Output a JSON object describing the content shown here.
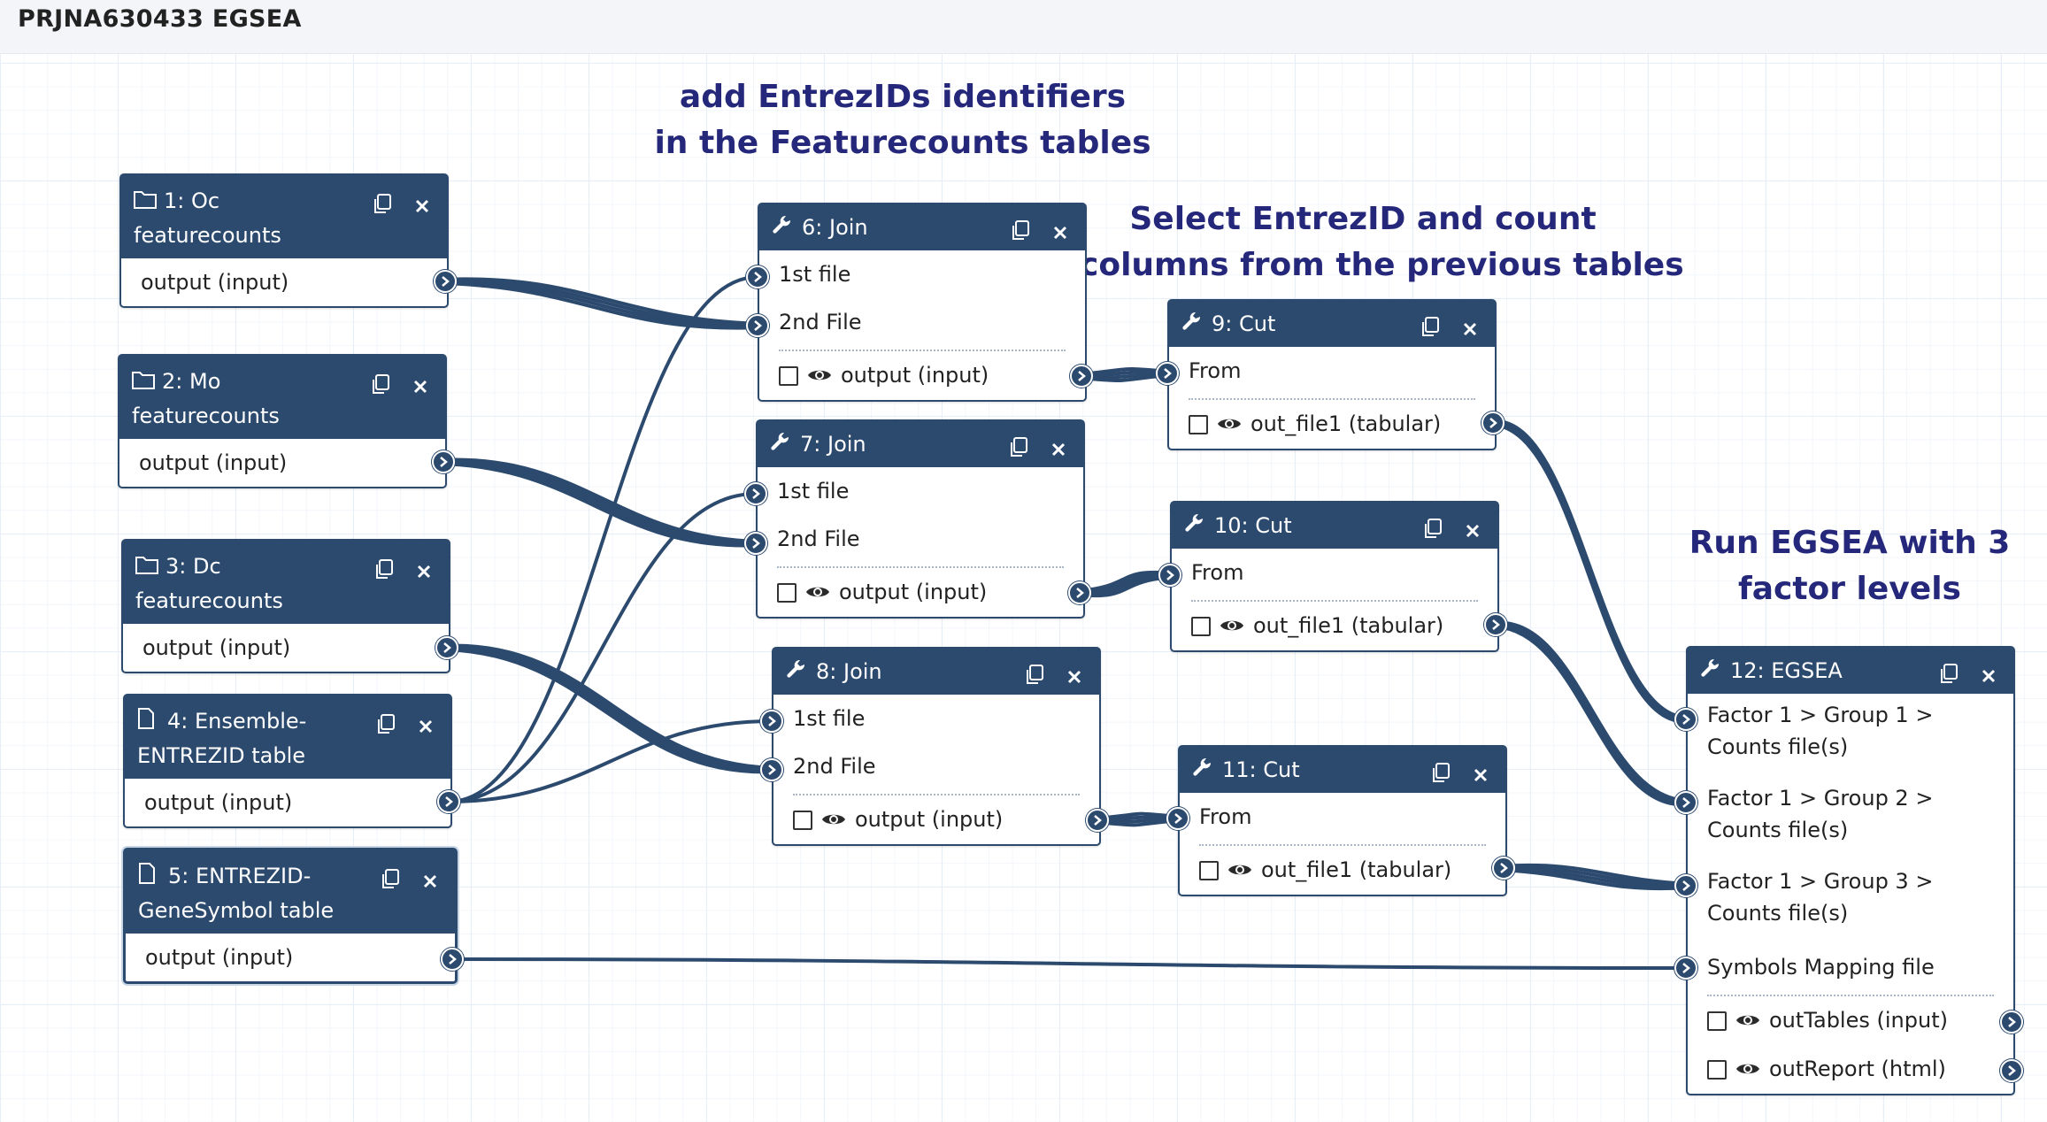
{
  "window": {
    "title": "PRJNA630433 EGSEA"
  },
  "annotations": [
    {
      "text": "add EntrezIDs identifiers\nin the Featurecounts tables"
    },
    {
      "text": "Select EntrezID and count\ncolumns from the previous tables"
    },
    {
      "text": "Run EGSEA with 3\nfactor levels"
    }
  ],
  "nodes": {
    "n1": {
      "title": "1: Oc featurecounts",
      "output": "output (input)"
    },
    "n2": {
      "title": "2: Mo featurecounts",
      "output": "output (input)"
    },
    "n3": {
      "title": "3: Dc featurecounts",
      "output": "output (input)"
    },
    "n4": {
      "title": "4: Ensemble-ENTREZID table",
      "output": "output (input)"
    },
    "n5": {
      "title": "5: ENTREZID-GeneSymbol table",
      "output": "output (input)"
    },
    "n6": {
      "title": "6: Join",
      "in1": "1st file",
      "in2": "2nd File",
      "output": "output (input)"
    },
    "n7": {
      "title": "7: Join",
      "in1": "1st file",
      "in2": "2nd File",
      "output": "output (input)"
    },
    "n8": {
      "title": "8: Join",
      "in1": "1st file",
      "in2": "2nd File",
      "output": "output (input)"
    },
    "n9": {
      "title": "9: Cut",
      "in1": "From",
      "output": "out_file1 (tabular)"
    },
    "n10": {
      "title": "10: Cut",
      "in1": "From",
      "output": "out_file1 (tabular)"
    },
    "n11": {
      "title": "11: Cut",
      "in1": "From",
      "output": "out_file1 (tabular)"
    },
    "n12": {
      "title": "12: EGSEA",
      "in1": "Factor 1 > Group 1 > Counts file(s)",
      "in2": "Factor 1 > Group 2 > Counts file(s)",
      "in3": "Factor 1 > Group 3 > Counts file(s)",
      "in4": "Symbols Mapping file",
      "out1": "outTables (input)",
      "out2": "outReport (html)"
    }
  },
  "icons": {
    "input": "folder-icon",
    "file": "file-icon",
    "tool": "wrench-icon",
    "copy": "copy-icon",
    "close": "close-icon",
    "eye": "eye-icon",
    "checkbox": "checkbox",
    "terminal": "chevron-right-icon"
  },
  "colors": {
    "node_header": "#2c4a6e",
    "wire": "#2c4a6e",
    "annotation": "#25287a"
  }
}
